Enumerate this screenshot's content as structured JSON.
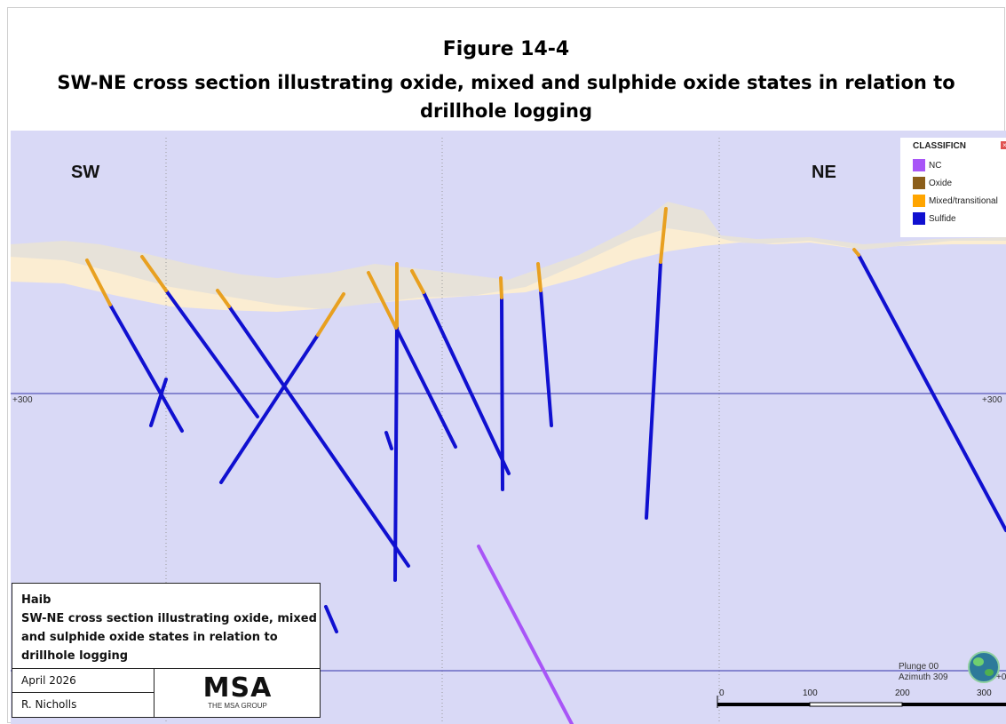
{
  "figure": {
    "number": "Figure 14-4",
    "caption": "SW-NE cross section illustrating oxide, mixed and sulphide oxide states in relation to drillhole logging"
  },
  "section": {
    "left_label": "SW",
    "right_label": "NE",
    "elevation_label": "+300",
    "elevation_label_right": "+300",
    "elevation_label_lower_right": "+0",
    "plunge": "Plunge 00",
    "azimuth": "Azimuth 309",
    "scale_ticks": [
      "0",
      "100",
      "200",
      "300"
    ]
  },
  "legend": {
    "title": "CLASSIFICN",
    "close_icon": "close-icon",
    "items": [
      {
        "label": "NC",
        "color": "#a855f7"
      },
      {
        "label": "Oxide",
        "color": "#8b5e1a"
      },
      {
        "label": "Mixed/transitional",
        "color": "#ffa500"
      },
      {
        "label": "Sulfide",
        "color": "#1010d0"
      }
    ]
  },
  "info_box": {
    "project": "Haib",
    "description": "SW-NE cross section illustrating oxide, mixed and sulphide oxide states in relation to drillhole logging",
    "date": "April 2026",
    "author": "R. Nicholls",
    "logo_text": "MSA",
    "logo_subtext": "THE MSA GROUP"
  },
  "colors": {
    "sulfide_zone": "#d9d9f6",
    "mixed_zone": "#fbedd2",
    "oxide_zone": "#e7e2d9",
    "drill_sulfide": "#1010d0",
    "drill_mixed": "#e8a020",
    "drill_nc": "#a855f7",
    "grid_line": "#3333aa"
  }
}
